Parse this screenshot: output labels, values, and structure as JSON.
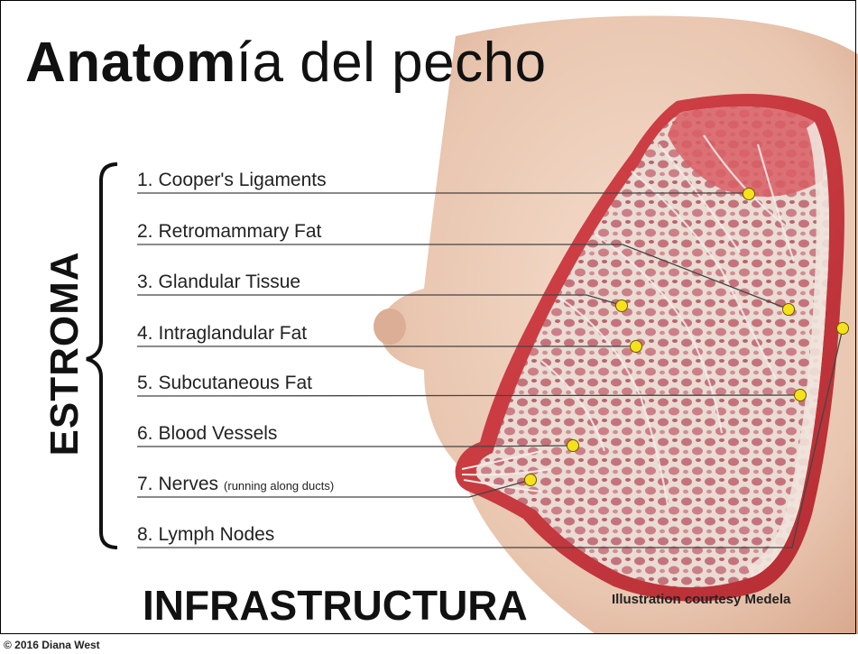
{
  "title": {
    "bold_part": "Anatom",
    "light_part": "ía del pecho"
  },
  "bracket_label": "ESTROMA",
  "labels": [
    {
      "num": "1.",
      "text": "Cooper's Ligaments",
      "note": ""
    },
    {
      "num": "2.",
      "text": "Retromammary Fat",
      "note": ""
    },
    {
      "num": "3.",
      "text": "Glandular Tissue",
      "note": ""
    },
    {
      "num": "4.",
      "text": "Intraglandular Fat",
      "note": ""
    },
    {
      "num": "5.",
      "text": "Subcutaneous Fat",
      "note": ""
    },
    {
      "num": "6.",
      "text": "Blood Vessels",
      "note": ""
    },
    {
      "num": "7.",
      "text": "Nerves",
      "note": "(running along ducts)"
    },
    {
      "num": "8.",
      "text": "Lymph Nodes",
      "note": ""
    }
  ],
  "bottom_title": "INFRASTRUCTURA",
  "credit": "Illustration courtesy Medela",
  "copyright": "© 2016 Diana West",
  "colors": {
    "marker": "#f5e21b",
    "tissue": "#d98a8f",
    "skin": "#efd2c0",
    "wall": "#c2383e"
  }
}
